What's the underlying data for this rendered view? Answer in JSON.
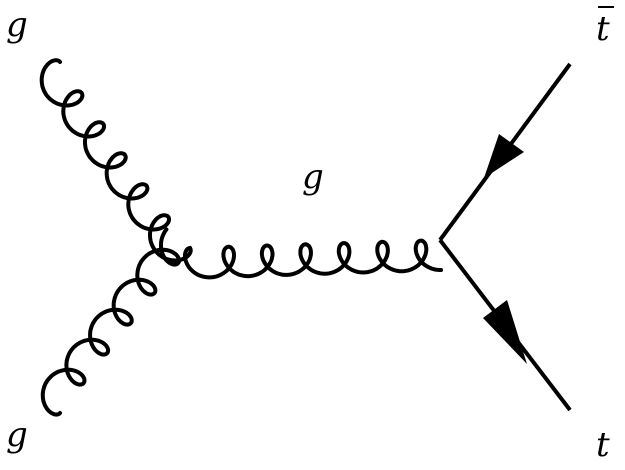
{
  "diagram": {
    "type": "feynman",
    "labels": {
      "gluon_in_top": "g",
      "gluon_in_bottom": "g",
      "gluon_propagator": "g",
      "antitop_out": "t",
      "top_out": "t"
    },
    "antitop_has_bar": true,
    "line_color": "#000000"
  }
}
